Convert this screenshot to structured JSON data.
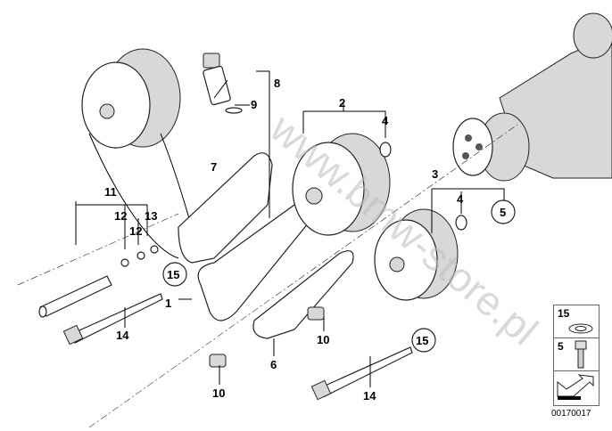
{
  "diagram": {
    "callouts": [
      "1",
      "2",
      "3",
      "4",
      "4",
      "5",
      "6",
      "7",
      "8",
      "9",
      "10",
      "10",
      "11",
      "12",
      "12",
      "13",
      "14",
      "14",
      "15",
      "15"
    ],
    "labels": {
      "l1": "1",
      "l2": "2",
      "l3": "3",
      "l4a": "4",
      "l4b": "4",
      "l5": "5",
      "l6": "6",
      "l7": "7",
      "l8": "8",
      "l9": "9",
      "l10a": "10",
      "l10b": "10",
      "l11": "11",
      "l12a": "12",
      "l12b": "12",
      "l13": "13",
      "l14a": "14",
      "l14b": "14",
      "l15a": "15",
      "l15b": "15"
    },
    "watermark": "www.bmw-store.pl"
  },
  "legend": {
    "items": [
      {
        "number": "15",
        "icon": "washer-icon"
      },
      {
        "number": "5",
        "icon": "bolt-icon"
      },
      {
        "number": "",
        "icon": "arrow-icon"
      }
    ],
    "document_number": "00170017"
  }
}
